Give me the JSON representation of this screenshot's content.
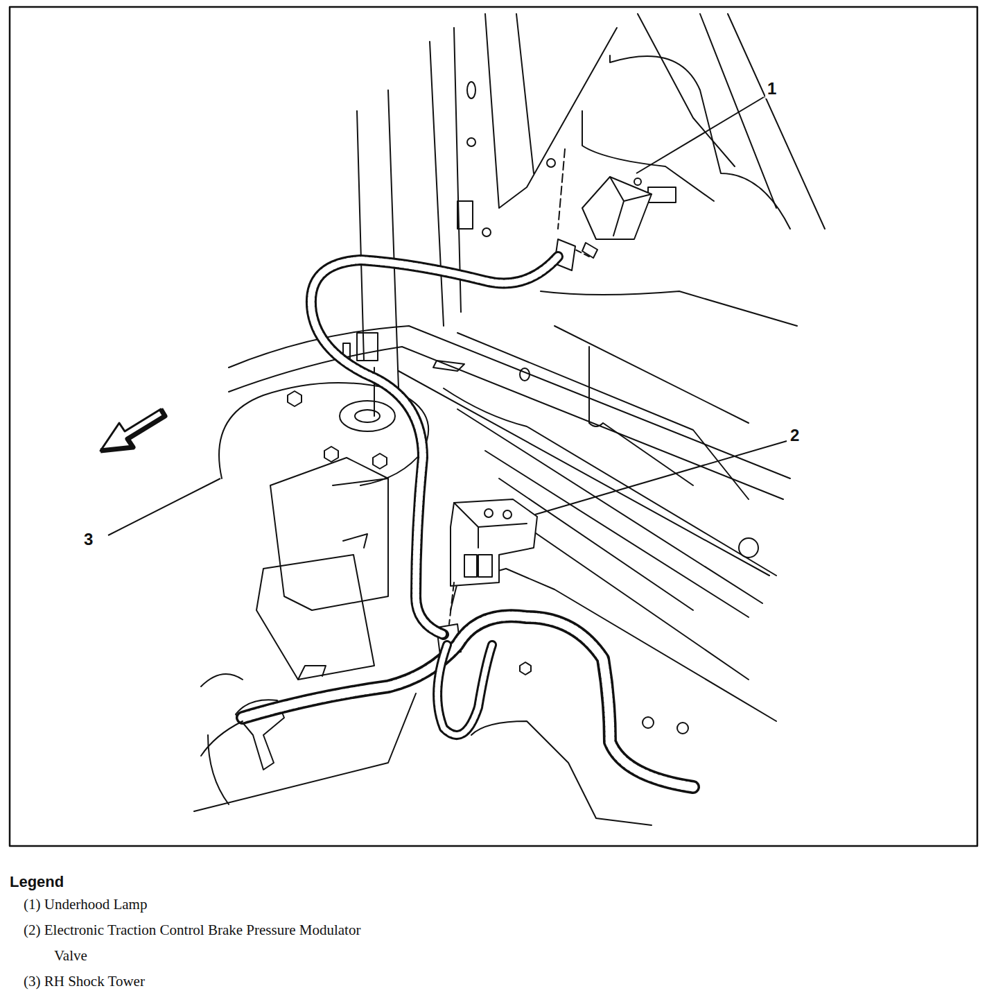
{
  "diagram": {
    "labels": [
      "1",
      "2",
      "3",
      "Legend"
    ],
    "legend": [
      {
        "text": "(1) Underhood Lamp"
      },
      {
        "text": "(2) Electronic Traction Control Brake Pressure Modulator Valve"
      },
      {
        "text": "(3) RH Shock Tower"
      }
    ]
  }
}
